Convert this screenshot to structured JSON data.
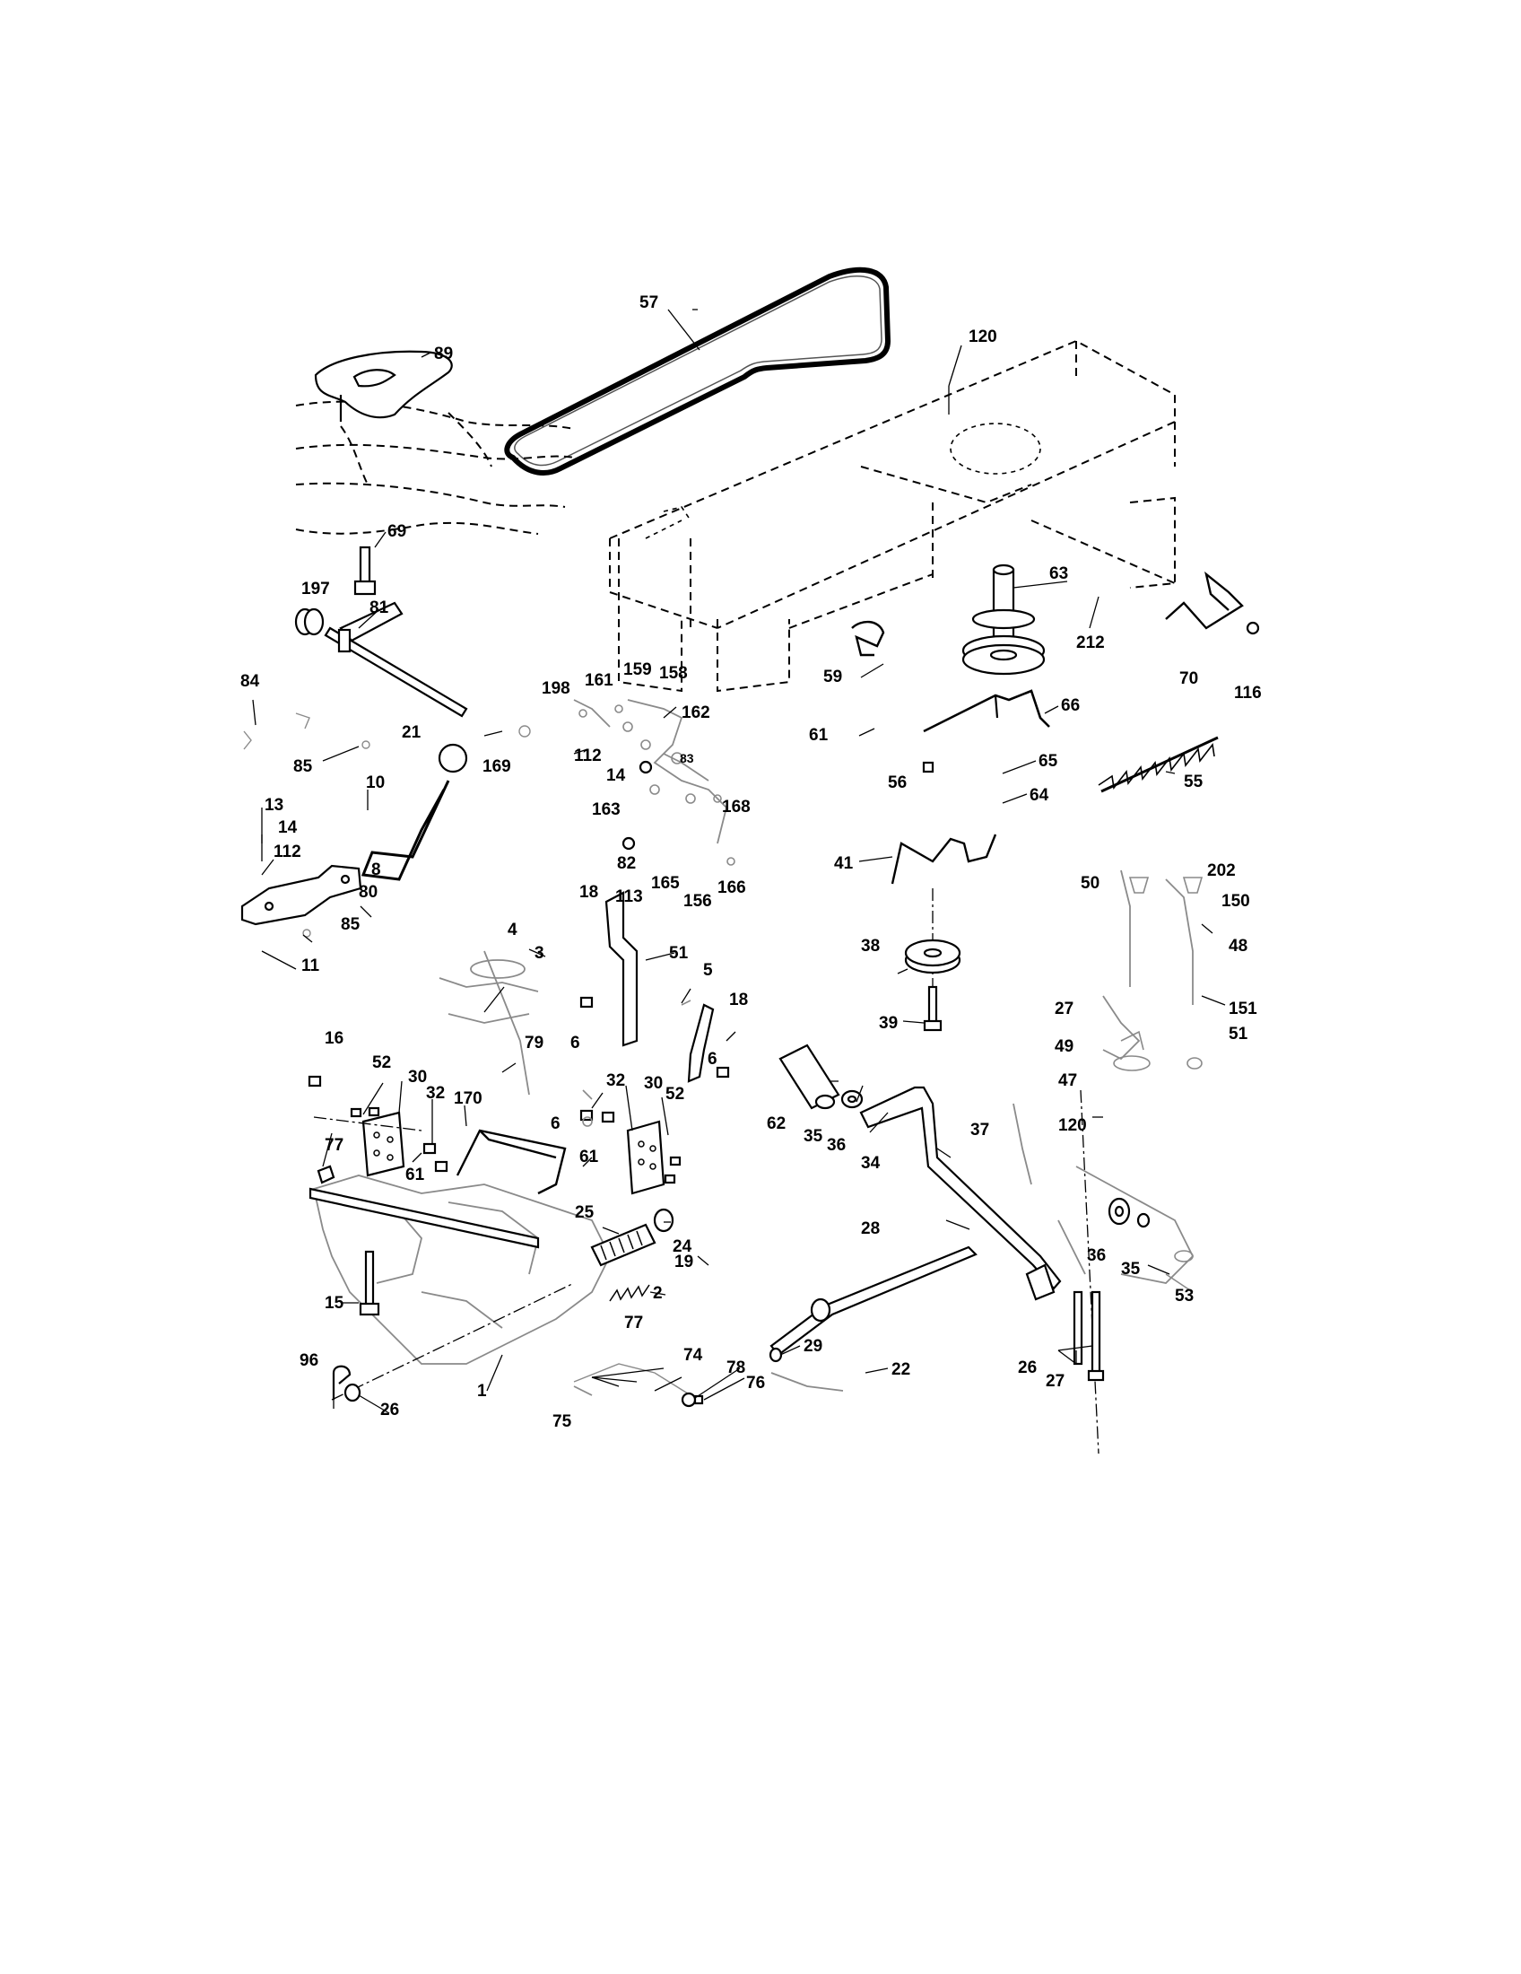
{
  "diagram": {
    "labels": [
      "57",
      "120",
      "89",
      "69",
      "197",
      "81",
      "84",
      "21",
      "85",
      "169",
      "10",
      "13",
      "14",
      "112",
      "8",
      "80",
      "85",
      "11",
      "198",
      "161",
      "159",
      "158",
      "162",
      "112",
      "14",
      "83",
      "163",
      "168",
      "82",
      "18",
      "113",
      "165",
      "166",
      "156",
      "51",
      "4",
      "3",
      "79",
      "6",
      "5",
      "18",
      "6",
      "16",
      "52",
      "30",
      "32",
      "170",
      "6",
      "61",
      "32",
      "30",
      "52",
      "61",
      "77",
      "25",
      "24",
      "19",
      "2",
      "77",
      "15",
      "96",
      "26",
      "1",
      "74",
      "78",
      "76",
      "75",
      "29",
      "22",
      "62",
      "35",
      "36",
      "34",
      "37",
      "28",
      "26",
      "27",
      "63",
      "212",
      "70",
      "116",
      "59",
      "61",
      "66",
      "56",
      "65",
      "64",
      "55",
      "41",
      "38",
      "39",
      "50",
      "202",
      "150",
      "48",
      "27",
      "151",
      "49",
      "51",
      "47",
      "120",
      "36",
      "35",
      "53"
    ]
  }
}
